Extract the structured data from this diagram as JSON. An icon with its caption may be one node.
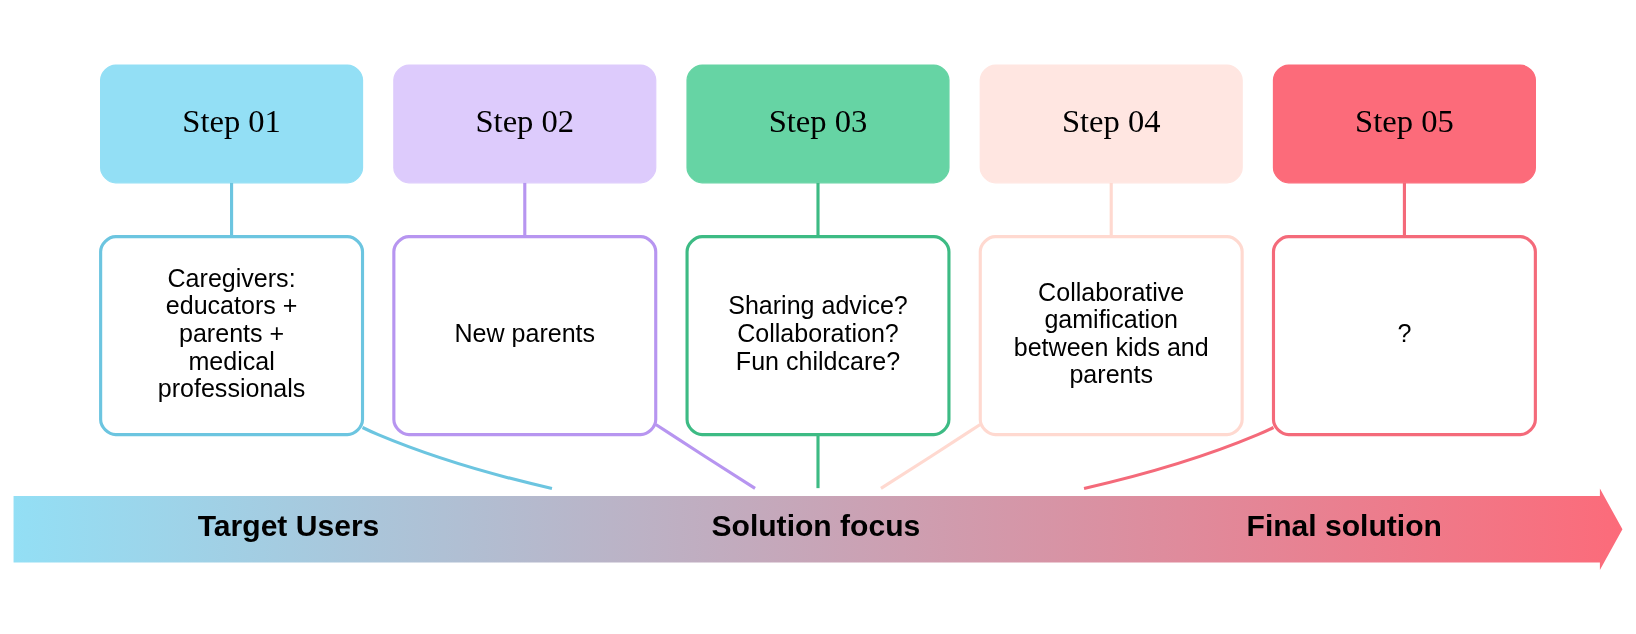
{
  "diagram": {
    "nodes": [
      {
        "text": [
          "Step 01"
        ]
      },
      {
        "text": [
          "Step 02"
        ]
      },
      {
        "text": [
          "Step 03"
        ]
      },
      {
        "text": [
          "Step 04"
        ]
      },
      {
        "text": [
          "Step 05"
        ]
      },
      {
        "text": [
          "Caregivers: educators + parents + medical professionals"
        ]
      },
      {
        "text": [
          "New parents"
        ]
      },
      {
        "text": [
          "Sharing advice? Collaboration? Fun childcare?"
        ]
      },
      {
        "text": [
          "Collaborative gamification between kids and parents"
        ]
      },
      {
        "text": [
          "?"
        ]
      },
      {
        "text": [
          "Target Users",
          "Solution focus",
          "Final solution"
        ]
      }
    ],
    "edges": [
      {
        "from": 0,
        "to": 5,
        "arrow": "none",
        "color": "#6cc5e0"
      },
      {
        "from": 1,
        "to": 6,
        "arrow": "none",
        "color": "#b795f0"
      },
      {
        "from": 2,
        "to": 7,
        "arrow": "none",
        "color": "#3dbb84"
      },
      {
        "from": 3,
        "to": 8,
        "arrow": "none",
        "color": "#ffd9d0"
      },
      {
        "from": 4,
        "to": 9,
        "arrow": "none",
        "color": "#f46a7a"
      },
      {
        "from": 5,
        "to": 10,
        "arrow": "none",
        "color": "#6cc5e0"
      },
      {
        "from": 6,
        "to": 10,
        "arrow": "none",
        "color": "#b795f0"
      },
      {
        "from": 7,
        "to": 10,
        "arrow": "none",
        "color": "#3dbb84"
      },
      {
        "from": 8,
        "to": 10,
        "arrow": "none",
        "color": "#ffd9d0"
      },
      {
        "from": 9,
        "to": 10,
        "arrow": "none",
        "color": "#f46a7a"
      }
    ]
  }
}
